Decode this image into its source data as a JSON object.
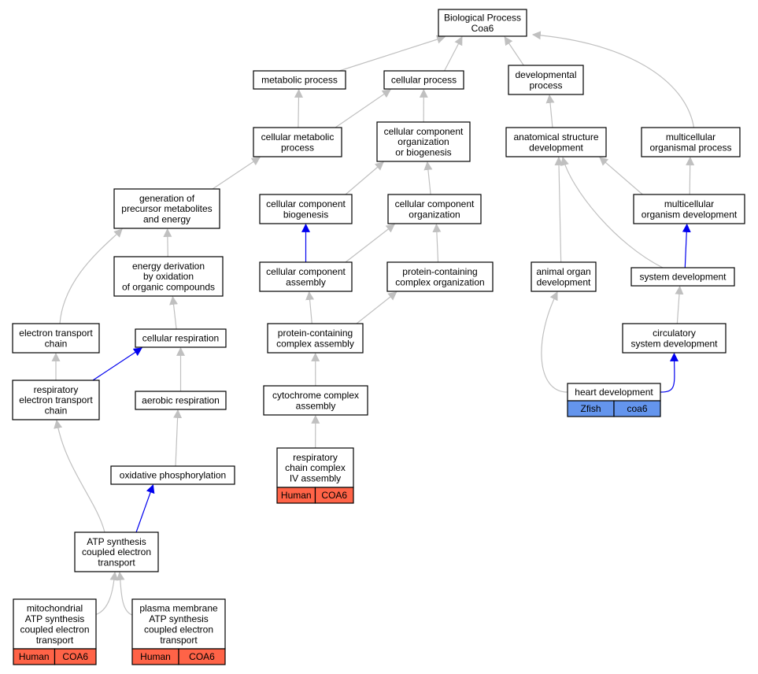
{
  "colors": {
    "edge_default": "#c0c0c0",
    "edge_highlight": "#0000ee",
    "badge_human": "#ff6347",
    "badge_zfish": "#6495ed"
  },
  "nodes": [
    {
      "id": "root",
      "lines": [
        "Biological Process",
        "Coa6"
      ]
    },
    {
      "id": "metabolic_process",
      "lines": [
        "metabolic process"
      ]
    },
    {
      "id": "cellular_process",
      "lines": [
        "cellular process"
      ]
    },
    {
      "id": "developmental_process",
      "lines": [
        "developmental",
        "process"
      ]
    },
    {
      "id": "cellular_metabolic_process",
      "lines": [
        "cellular metabolic",
        "process"
      ]
    },
    {
      "id": "cc_org_biogenesis",
      "lines": [
        "cellular component",
        "organization",
        "or biogenesis"
      ]
    },
    {
      "id": "anatomical_structure_dev",
      "lines": [
        "anatomical structure",
        "development"
      ]
    },
    {
      "id": "multicellular_organismal_process",
      "lines": [
        "multicellular",
        "organismal process"
      ]
    },
    {
      "id": "generation_precursor",
      "lines": [
        "generation of",
        "precursor metabolites",
        "and energy"
      ]
    },
    {
      "id": "cc_biogenesis",
      "lines": [
        "cellular component",
        "biogenesis"
      ]
    },
    {
      "id": "cc_organization",
      "lines": [
        "cellular component",
        "organization"
      ]
    },
    {
      "id": "multicellular_organism_dev",
      "lines": [
        "multicellular",
        "organism development"
      ]
    },
    {
      "id": "energy_derivation",
      "lines": [
        "energy derivation",
        "by oxidation",
        "of organic compounds"
      ]
    },
    {
      "id": "cc_assembly",
      "lines": [
        "cellular component",
        "assembly"
      ]
    },
    {
      "id": "protein_complex_org",
      "lines": [
        "protein-containing",
        "complex organization"
      ]
    },
    {
      "id": "animal_organ_dev",
      "lines": [
        "animal organ",
        "development"
      ]
    },
    {
      "id": "system_dev",
      "lines": [
        "system development"
      ]
    },
    {
      "id": "electron_transport_chain",
      "lines": [
        "electron transport",
        "chain"
      ]
    },
    {
      "id": "cellular_respiration",
      "lines": [
        "cellular respiration"
      ]
    },
    {
      "id": "protein_complex_assembly",
      "lines": [
        "protein-containing",
        "complex assembly"
      ]
    },
    {
      "id": "circulatory_system_dev",
      "lines": [
        "circulatory",
        "system development"
      ]
    },
    {
      "id": "respiratory_etc",
      "lines": [
        "respiratory",
        "electron transport",
        "chain"
      ]
    },
    {
      "id": "aerobic_respiration",
      "lines": [
        "aerobic respiration"
      ]
    },
    {
      "id": "cytochrome_complex_assembly",
      "lines": [
        "cytochrome complex",
        "assembly"
      ]
    },
    {
      "id": "heart_development",
      "lines": [
        "heart development"
      ],
      "badges": [
        {
          "label": "Zfish",
          "color": "#6495ed"
        },
        {
          "label": "coa6",
          "color": "#6495ed"
        }
      ]
    },
    {
      "id": "oxidative_phosphorylation",
      "lines": [
        "oxidative phosphorylation"
      ]
    },
    {
      "id": "resp_chain_complex_iv_assembly",
      "lines": [
        "respiratory",
        "chain complex",
        "IV assembly"
      ],
      "badges": [
        {
          "label": "Human",
          "color": "#ff6347"
        },
        {
          "label": "COA6",
          "color": "#ff6347"
        }
      ]
    },
    {
      "id": "atp_synthesis_coupled",
      "lines": [
        "ATP synthesis",
        "coupled electron",
        "transport"
      ]
    },
    {
      "id": "mito_atp_synthesis",
      "lines": [
        "mitochondrial",
        "ATP synthesis",
        "coupled electron",
        "transport"
      ],
      "badges": [
        {
          "label": "Human",
          "color": "#ff6347"
        },
        {
          "label": "COA6",
          "color": "#ff6347"
        }
      ]
    },
    {
      "id": "plasma_membrane_atp",
      "lines": [
        "plasma membrane",
        "ATP synthesis",
        "coupled electron",
        "transport"
      ],
      "badges": [
        {
          "label": "Human",
          "color": "#ff6347"
        },
        {
          "label": "COA6",
          "color": "#ff6347"
        }
      ]
    }
  ],
  "edges": [
    {
      "from": "metabolic_process",
      "to": "root",
      "highlight": false
    },
    {
      "from": "cellular_process",
      "to": "root",
      "highlight": false
    },
    {
      "from": "developmental_process",
      "to": "root",
      "highlight": false
    },
    {
      "from": "multicellular_organismal_process",
      "to": "root",
      "highlight": false
    },
    {
      "from": "cellular_metabolic_process",
      "to": "metabolic_process",
      "highlight": false
    },
    {
      "from": "cellular_metabolic_process",
      "to": "cellular_process",
      "highlight": false
    },
    {
      "from": "cc_org_biogenesis",
      "to": "cellular_process",
      "highlight": false
    },
    {
      "from": "anatomical_structure_dev",
      "to": "developmental_process",
      "highlight": false
    },
    {
      "from": "generation_precursor",
      "to": "cellular_metabolic_process",
      "highlight": false
    },
    {
      "from": "cc_biogenesis",
      "to": "cc_org_biogenesis",
      "highlight": false
    },
    {
      "from": "cc_organization",
      "to": "cc_org_biogenesis",
      "highlight": false
    },
    {
      "from": "multicellular_organism_dev",
      "to": "anatomical_structure_dev",
      "highlight": false
    },
    {
      "from": "multicellular_organism_dev",
      "to": "multicellular_organismal_process",
      "highlight": false
    },
    {
      "from": "energy_derivation",
      "to": "generation_precursor",
      "highlight": false
    },
    {
      "from": "cc_assembly",
      "to": "cc_biogenesis",
      "highlight": true
    },
    {
      "from": "cc_assembly",
      "to": "cc_organization",
      "highlight": false
    },
    {
      "from": "protein_complex_org",
      "to": "cc_organization",
      "highlight": false
    },
    {
      "from": "animal_organ_dev",
      "to": "anatomical_structure_dev",
      "highlight": false
    },
    {
      "from": "system_dev",
      "to": "anatomical_structure_dev",
      "highlight": false
    },
    {
      "from": "system_dev",
      "to": "multicellular_organism_dev",
      "highlight": true
    },
    {
      "from": "electron_transport_chain",
      "to": "generation_precursor",
      "highlight": false
    },
    {
      "from": "cellular_respiration",
      "to": "energy_derivation",
      "highlight": false
    },
    {
      "from": "protein_complex_assembly",
      "to": "cc_assembly",
      "highlight": false
    },
    {
      "from": "protein_complex_assembly",
      "to": "protein_complex_org",
      "highlight": false
    },
    {
      "from": "circulatory_system_dev",
      "to": "system_dev",
      "highlight": false
    },
    {
      "from": "respiratory_etc",
      "to": "electron_transport_chain",
      "highlight": false
    },
    {
      "from": "respiratory_etc",
      "to": "cellular_respiration",
      "highlight": true
    },
    {
      "from": "aerobic_respiration",
      "to": "cellular_respiration",
      "highlight": false
    },
    {
      "from": "cytochrome_complex_assembly",
      "to": "protein_complex_assembly",
      "highlight": false
    },
    {
      "from": "heart_development",
      "to": "animal_organ_dev",
      "highlight": false
    },
    {
      "from": "heart_development",
      "to": "circulatory_system_dev",
      "highlight": true
    },
    {
      "from": "oxidative_phosphorylation",
      "to": "aerobic_respiration",
      "highlight": false
    },
    {
      "from": "resp_chain_complex_iv_assembly",
      "to": "cytochrome_complex_assembly",
      "highlight": false
    },
    {
      "from": "atp_synthesis_coupled",
      "to": "respiratory_etc",
      "highlight": false
    },
    {
      "from": "atp_synthesis_coupled",
      "to": "oxidative_phosphorylation",
      "highlight": true
    },
    {
      "from": "mito_atp_synthesis",
      "to": "atp_synthesis_coupled",
      "highlight": false
    },
    {
      "from": "plasma_membrane_atp",
      "to": "atp_synthesis_coupled",
      "highlight": false
    }
  ]
}
